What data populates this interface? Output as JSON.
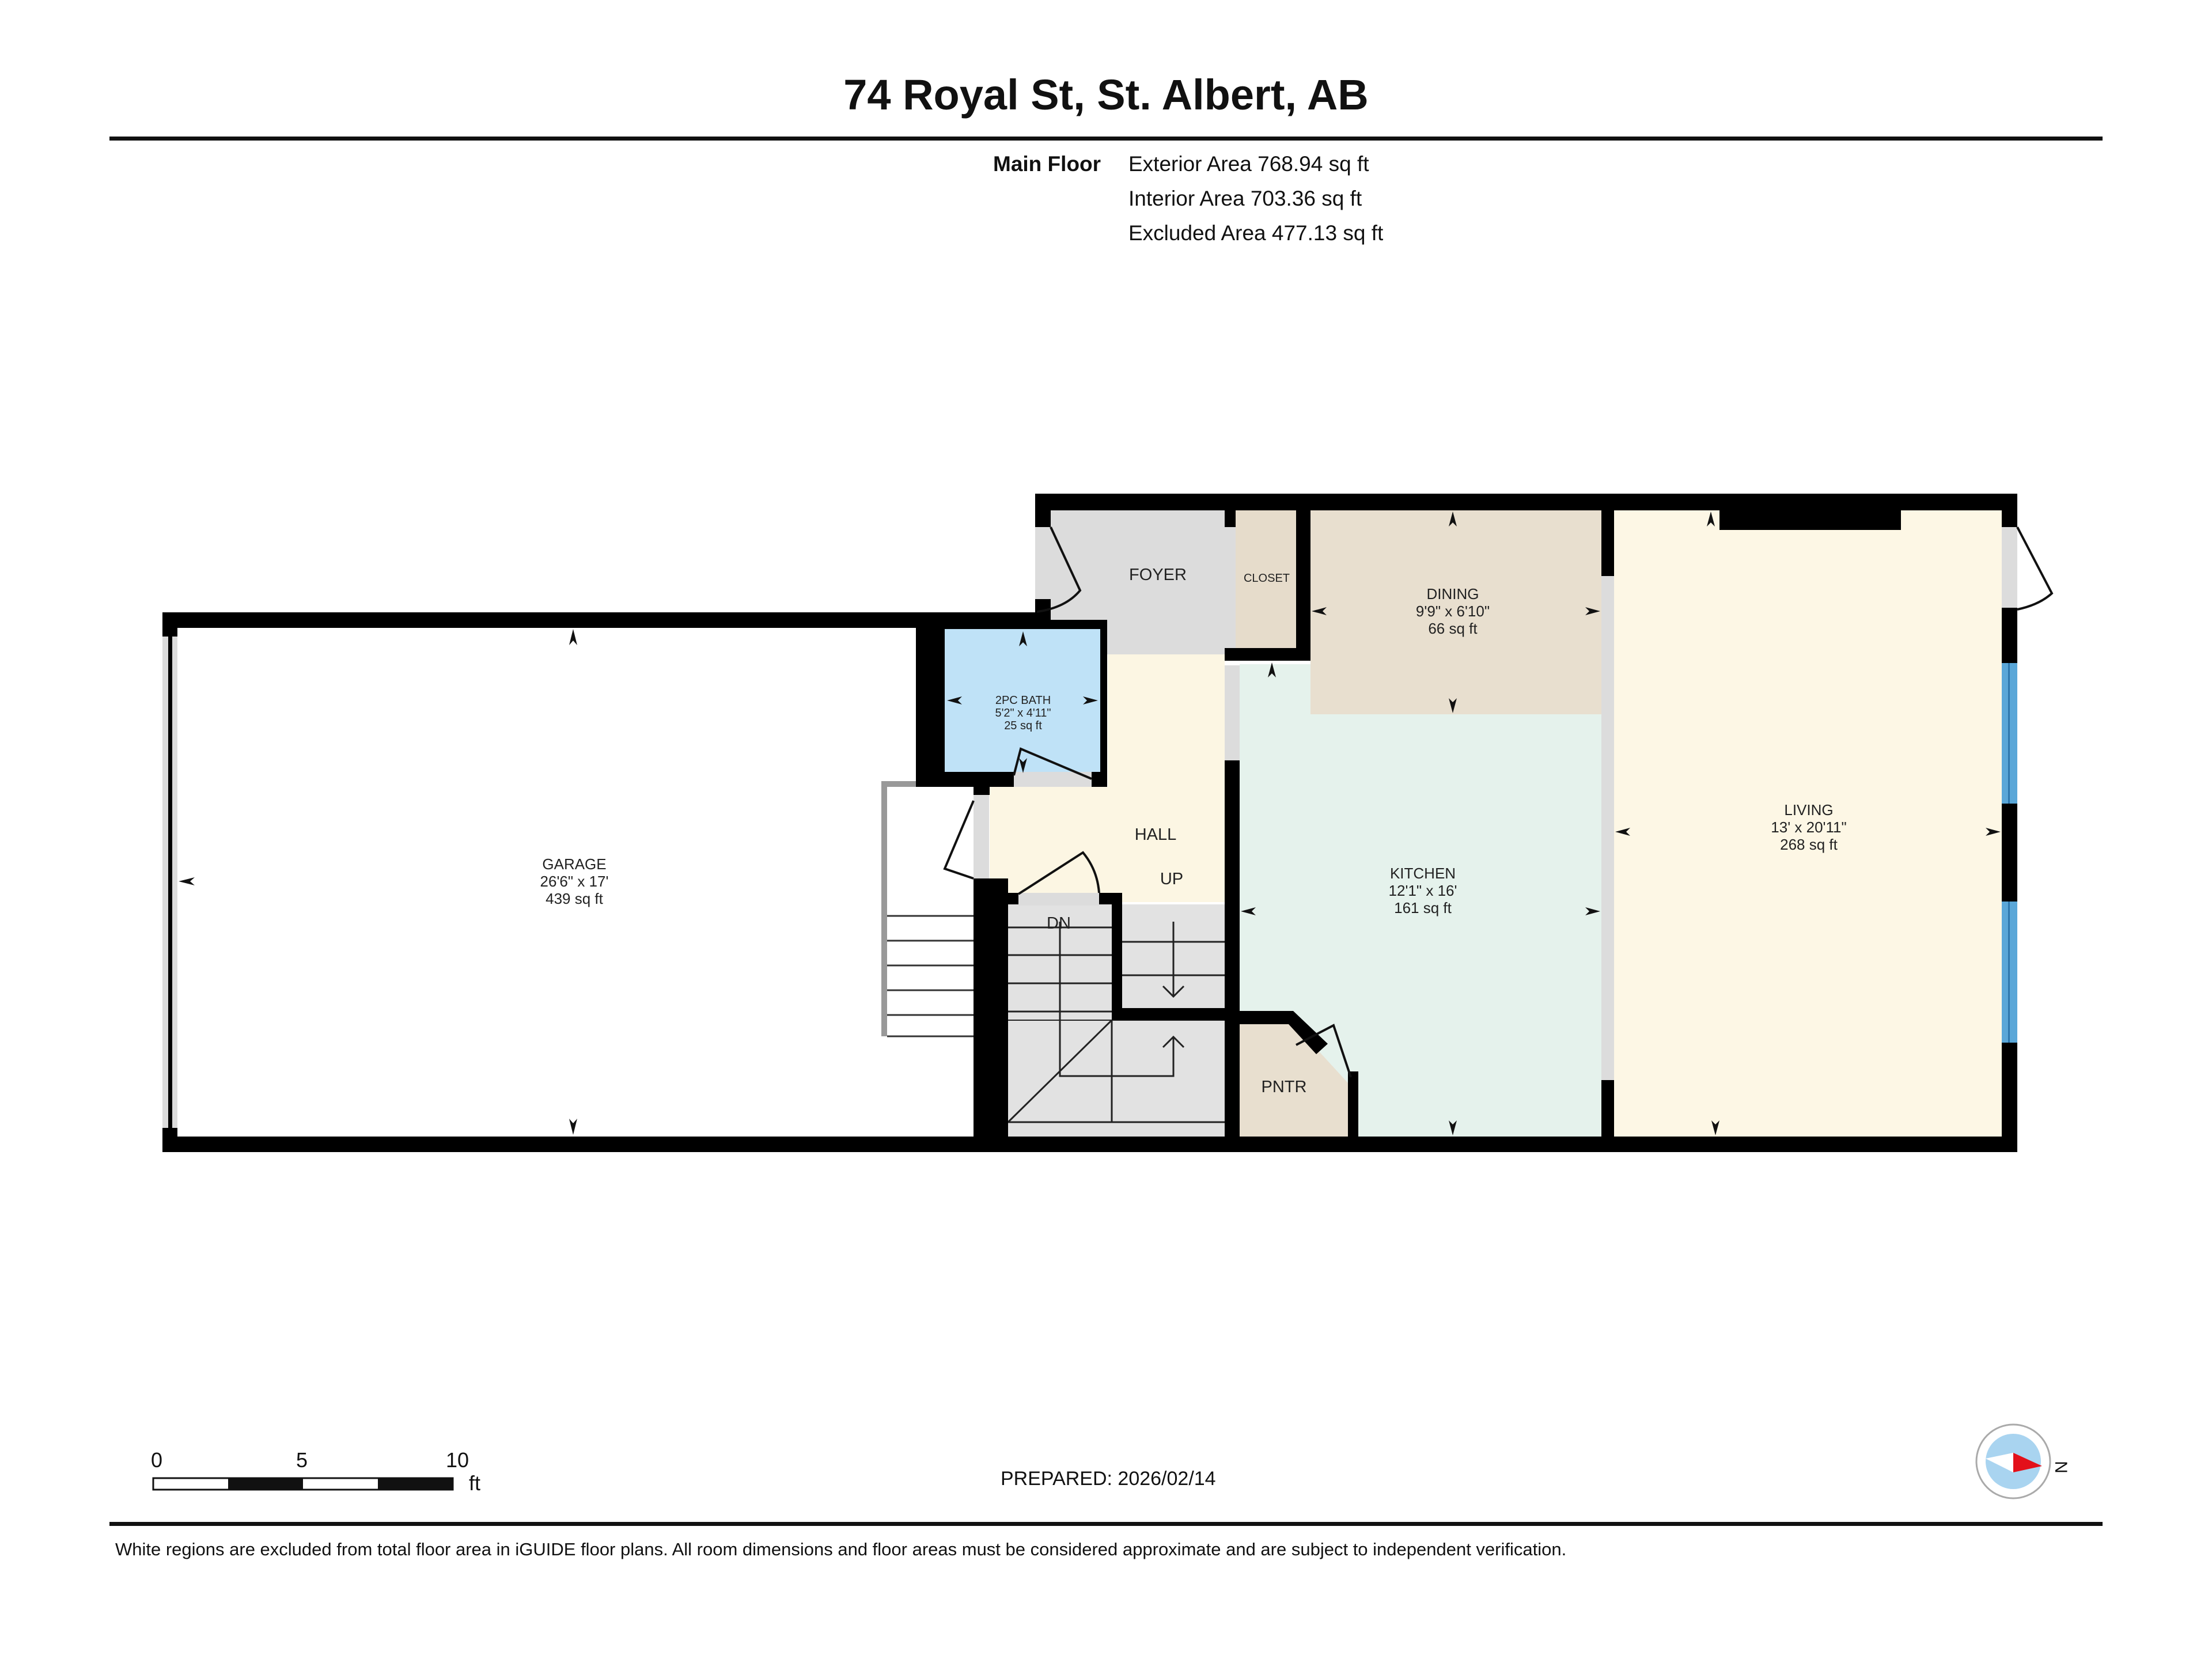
{
  "header": {
    "title": "74 Royal St, St. Albert, AB"
  },
  "summary": {
    "floor_name": "Main Floor",
    "areas": [
      "Exterior Area 768.94 sq ft",
      "Interior Area 703.36 sq ft",
      "Excluded Area 477.13 sq ft"
    ]
  },
  "rooms": {
    "garage": {
      "name": "GARAGE",
      "dims": "26'6\" x 17'",
      "area": "439 sq ft"
    },
    "bath": {
      "name": "2PC BATH",
      "dims": "5'2\" x 4'11\"",
      "area": "25 sq ft"
    },
    "foyer": {
      "name": "FOYER"
    },
    "closet": {
      "name": "CLOSET"
    },
    "dining": {
      "name": "DINING",
      "dims": "9'9\" x 6'10\"",
      "area": "66 sq ft"
    },
    "hall": {
      "name": "HALL"
    },
    "kitchen": {
      "name": "KITCHEN",
      "dims": "12'1\" x 16'",
      "area": "161 sq ft"
    },
    "living": {
      "name": "LIVING",
      "dims": "13' x 20'11\"",
      "area": "268 sq ft"
    },
    "pantry": {
      "name": "PNTR"
    },
    "stairs_up": {
      "label": "UP"
    },
    "stairs_down": {
      "label": "DN"
    }
  },
  "colors": {
    "wall": "#000000",
    "foyer": "#dcdcdc",
    "closet": "#e6dccb",
    "dining": "#e8dfcf",
    "hall": "#fcf6e3",
    "kitchen": "#e5f2ec",
    "living": "#fdf7e5",
    "bath": "#bfe2f7",
    "pantry": "#e8dfcf",
    "stairs": "#e2e2e2",
    "window": "#5aa7d8",
    "compass_fill": "#a9d4f0",
    "compass_needle": "#e3101a"
  },
  "scale_bar": {
    "ticks": [
      "0",
      "5",
      "10"
    ],
    "unit": "ft"
  },
  "footer": {
    "prepared": "PREPARED: 2026/02/14",
    "compass_label": "N",
    "disclaimer": "White regions are excluded from total floor area in iGUIDE floor plans. All room dimensions and floor areas must be considered approximate and are subject to independent verification."
  }
}
